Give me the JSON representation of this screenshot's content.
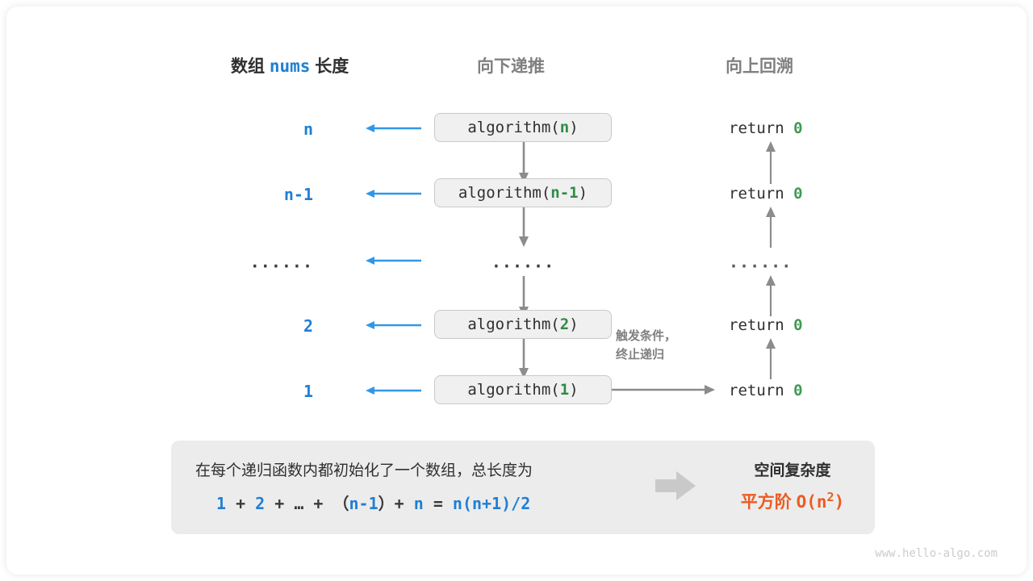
{
  "headers": {
    "left_prefix": "数组",
    "left_code": "nums",
    "left_suffix": "长度",
    "middle": "向下递推",
    "right": "向上回溯"
  },
  "colors": {
    "blue": "#1f7fd4",
    "green": "#2e8b45",
    "gray": "#808080",
    "orange": "#ec5b21",
    "box_fill": "#f0f0f0",
    "panel_fill": "#ececec"
  },
  "rows": [
    {
      "length": "n",
      "call_prefix": "algorithm(",
      "call_arg": "n",
      "call_suffix": ")",
      "ret_text": "return",
      "ret_value": "0"
    },
    {
      "length": "n-1",
      "call_prefix": "algorithm(",
      "call_arg": "n-1",
      "call_suffix": ")",
      "ret_text": "return",
      "ret_value": "0"
    },
    {
      "length": "······",
      "call_prefix": "",
      "call_arg": "······",
      "call_suffix": "",
      "ret_text": "······",
      "ret_value": ""
    },
    {
      "length": "2",
      "call_prefix": "algorithm(",
      "call_arg": "2",
      "call_suffix": ")",
      "ret_text": "return",
      "ret_value": "0"
    },
    {
      "length": "1",
      "call_prefix": "algorithm(",
      "call_arg": "1",
      "call_suffix": ")",
      "ret_text": "return",
      "ret_value": "0"
    }
  ],
  "note": {
    "line1": "触发条件，",
    "line2": "终止递归"
  },
  "summary": {
    "line1": "在每个递归函数内都初始化了一个数组，总长度为",
    "formula": {
      "t1": "1",
      "op1": " + ",
      "t2": "2",
      "op2": " + … + （",
      "t3": "n-1",
      "op3": "）+ ",
      "t4": "n",
      "op4": " = ",
      "t5": "n(n+1)/2"
    },
    "title": "空间复杂度",
    "value_label": "平方阶",
    "value_notation": "O(n",
    "value_exponent": "2",
    "value_close": ")"
  },
  "watermark": "www.hello-algo.com"
}
